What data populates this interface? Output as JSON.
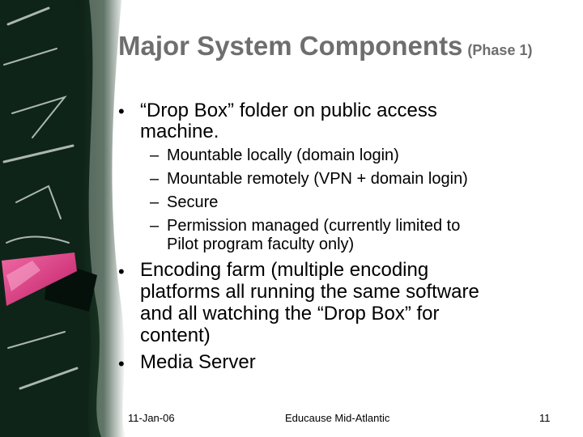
{
  "slide": {
    "title": "Major System Components",
    "title_suffix": "(Phase 1)",
    "bullets": [
      {
        "lines": [
          "“Drop Box” folder on public access",
          "machine."
        ],
        "sub": [
          {
            "lines": [
              "Mountable locally (domain login)"
            ]
          },
          {
            "lines": [
              "Mountable remotely (VPN + domain login)"
            ]
          },
          {
            "lines": [
              "Secure"
            ]
          },
          {
            "lines": [
              "Permission managed (currently limited to",
              "Pilot program faculty only)"
            ]
          }
        ]
      },
      {
        "lines": [
          "Encoding farm (multiple encoding",
          "platforms all running the same software",
          "and all watching the “Drop Box” for",
          "content)"
        ]
      },
      {
        "lines": [
          "Media Server"
        ]
      }
    ],
    "bullet_symbol": "•",
    "dash_symbol": "–"
  },
  "footer": {
    "date": "11-Jan-06",
    "center": "Educause Mid-Atlantic",
    "page": "11"
  },
  "colors": {
    "title": "#6e6e6e",
    "board": "#0f2418",
    "chalk_pink": "#e2357f"
  }
}
